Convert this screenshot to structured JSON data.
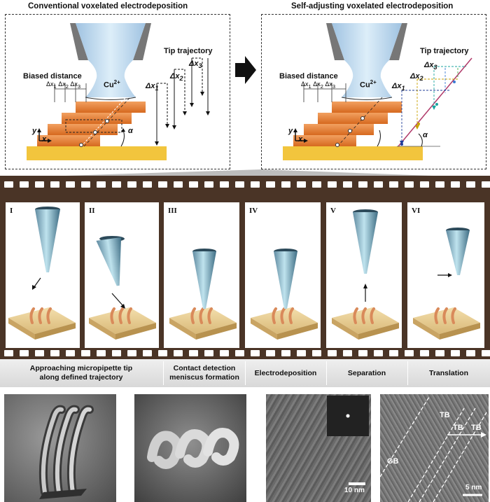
{
  "top_left": {
    "title": "Conventional voxelated electrodeposition",
    "biased_distance": "Biased distance",
    "ion": "Cu",
    "ion_sup": "2+",
    "tip_trajectory": "Tip trajectory",
    "dx1": "Δx",
    "sub1": "1",
    "dx2": "Δx",
    "sub2": "2",
    "dx3": "Δx",
    "sub3": "3",
    "axis_y": "y",
    "axis_x": "x",
    "angle": "α"
  },
  "top_right": {
    "title": "Self-adjusting voxelated electrodeposition",
    "biased_distance": "Biased distance",
    "ion": "Cu",
    "ion_sup": "2+",
    "tip_trajectory": "Tip trajectory",
    "dx1": "Δx",
    "sub1": "1",
    "dx2": "Δx",
    "sub2": "2",
    "dx3": "Δx",
    "sub3": "3",
    "axis_y": "y",
    "axis_x": "x",
    "angle": "α"
  },
  "steps": [
    {
      "numeral": "I"
    },
    {
      "numeral": "II"
    },
    {
      "numeral": "III"
    },
    {
      "numeral": "IV"
    },
    {
      "numeral": "V"
    },
    {
      "numeral": "VI"
    }
  ],
  "captions": {
    "approach_1": "Approaching micropipette tip",
    "approach_2": "along defined trajectory",
    "contact_1": "Contact detection",
    "contact_2": "meniscus formation",
    "electro": "Electrodeposition",
    "separation": "Separation",
    "translation": "Translation"
  },
  "micrographs": {
    "scale1": "10 nm",
    "scale2": "5 nm",
    "tb": "TB",
    "gb": "GB"
  },
  "colors": {
    "film": "#4a3426",
    "pipette": "#b9d8ee",
    "copper": "#e8833a",
    "substrate": "#f2c53d"
  }
}
